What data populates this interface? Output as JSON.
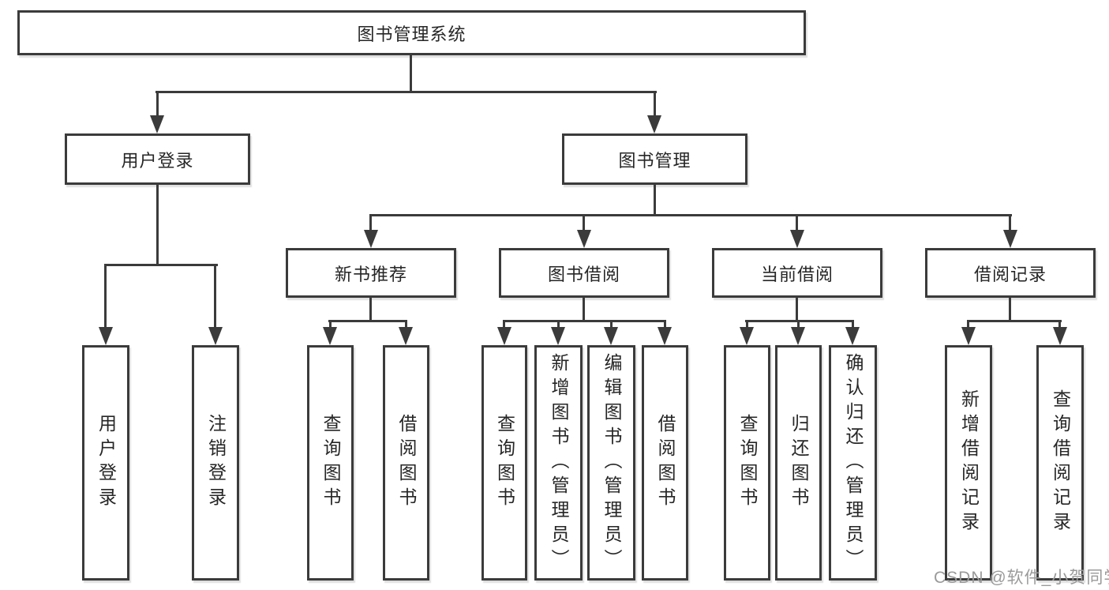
{
  "tree": {
    "root": {
      "label": "图书管理系统"
    },
    "branches": [
      {
        "label": "用户登录",
        "children": [
          {
            "label": "用户登录"
          },
          {
            "label": "注销登录"
          }
        ]
      },
      {
        "label": "图书管理",
        "children": [
          {
            "label": "新书推荐",
            "children": [
              {
                "label": "查询图书"
              },
              {
                "label": "借阅图书"
              }
            ]
          },
          {
            "label": "图书借阅",
            "children": [
              {
                "label": "查询图书"
              },
              {
                "label": "新增图书（管理员）"
              },
              {
                "label": "编辑图书（管理员）"
              },
              {
                "label": "借阅图书"
              }
            ]
          },
          {
            "label": "当前借阅",
            "children": [
              {
                "label": "查询图书"
              },
              {
                "label": "归还图书"
              },
              {
                "label": "确认归还（管理员）"
              }
            ]
          },
          {
            "label": "借阅记录",
            "children": [
              {
                "label": "新增借阅记录"
              },
              {
                "label": "查询借阅记录"
              }
            ]
          }
        ]
      }
    ]
  },
  "watermark": {
    "text": "CSDN @软件_小贺同学"
  },
  "colors": {
    "line": "#3b3b3b",
    "text": "#262626",
    "box_bg": "#ffffff",
    "watermark": "#9a9a9a"
  }
}
